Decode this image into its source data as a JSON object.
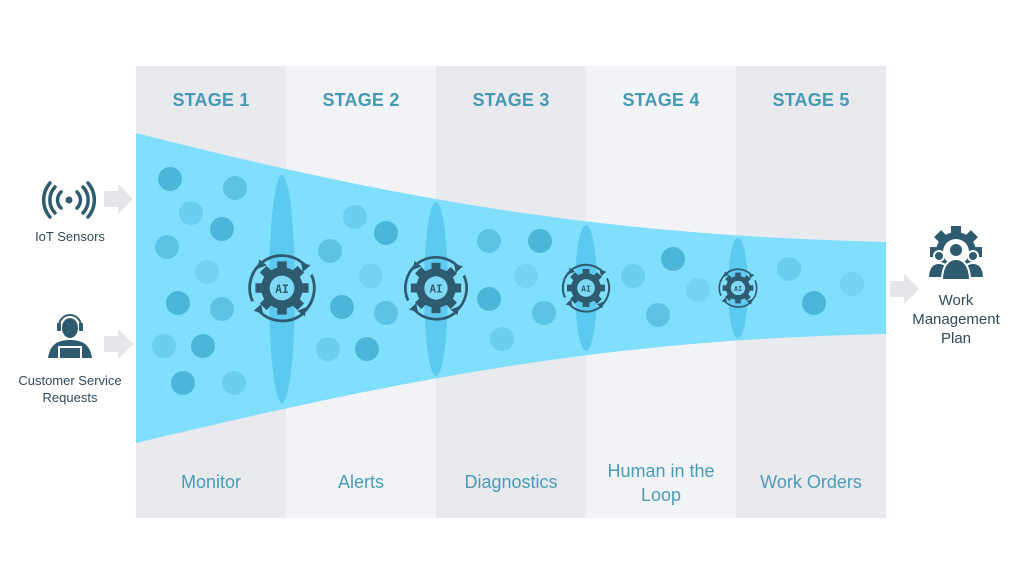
{
  "stages": [
    {
      "title": "STAGE 1",
      "label": "Monitor"
    },
    {
      "title": "STAGE 2",
      "label": "Alerts"
    },
    {
      "title": "STAGE 3",
      "label": "Diagnostics"
    },
    {
      "title": "STAGE 4",
      "label_line1": "Human in the",
      "label_line2": "Loop"
    },
    {
      "title": "STAGE 5",
      "label": "Work Orders"
    }
  ],
  "inputs": [
    {
      "label": "IoT Sensors",
      "icon": "wireless-signal-icon"
    },
    {
      "label_line1": "Customer Service",
      "label_line2": "Requests",
      "icon": "headset-agent-icon"
    }
  ],
  "output": {
    "label_line1": "Work",
    "label_line2": "Management",
    "label_line3": "Plan",
    "icon": "team-gear-icon"
  },
  "ai_badge": "AI",
  "colors": {
    "funnel": "#80dffc",
    "lens": "#5ccaf0",
    "dot_dark": "#4cb6d8",
    "dot_mid": "#5ec2e4",
    "dot_light": "#74d2f2",
    "icon": "#2f5b70",
    "stage_text": "#4599b5",
    "arrow": "#e4e6ea"
  }
}
